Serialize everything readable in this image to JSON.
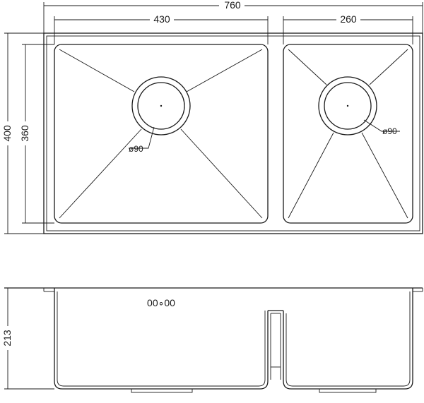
{
  "dimensions": {
    "overall_width": "760",
    "left_bowl_width": "430",
    "right_bowl_width": "260",
    "overall_depth": "400",
    "bowl_depth": "360",
    "bowl_height": "213",
    "left_drain": "ø90",
    "right_drain": "ø90"
  },
  "overflow_mark": "00∘00"
}
